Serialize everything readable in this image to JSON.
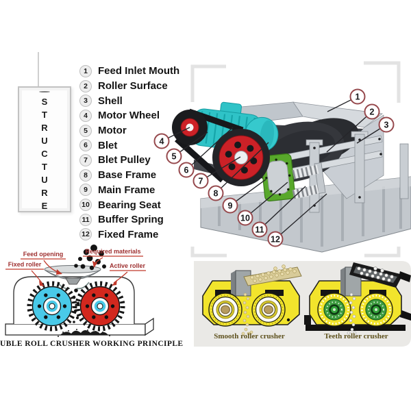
{
  "tag": {
    "label": "STRUCTURE"
  },
  "parts_list": {
    "items": [
      {
        "num": "1",
        "label": "Feed Inlet Mouth"
      },
      {
        "num": "2",
        "label": "Roller Surface"
      },
      {
        "num": "3",
        "label": "Shell"
      },
      {
        "num": "4",
        "label": "Motor Wheel"
      },
      {
        "num": "5",
        "label": "Motor"
      },
      {
        "num": "6",
        "label": "Blet"
      },
      {
        "num": "7",
        "label": "Blet Pulley"
      },
      {
        "num": "8",
        "label": "Base Frame"
      },
      {
        "num": "9",
        "label": "Main Frame"
      },
      {
        "num": "10",
        "label": "Bearing Seat"
      },
      {
        "num": "11",
        "label": "Buffer Spring"
      },
      {
        "num": "12",
        "label": "Fixed Frame"
      }
    ]
  },
  "machine": {
    "callouts": [
      "1",
      "2",
      "3",
      "4",
      "5",
      "6",
      "7",
      "8",
      "9",
      "10",
      "11",
      "12"
    ],
    "colors": {
      "motor_teal": "#2fc3c7",
      "pulley_red": "#cc2127",
      "bearing_green": "#58a82b",
      "frame_grey": "#c6cbd0",
      "callout_ring": "#96494d"
    }
  },
  "principle_diagram": {
    "labels": {
      "feed_opening": "Feed opening",
      "required_materials": "Required materials",
      "fixed_roller": "Fixed roller",
      "active_roller": "Active roller"
    },
    "title": "UBLE ROLL CRUSHER WORKING PRINCIPLE",
    "colors": {
      "fixed_roller_cyan": "#49c9e8",
      "active_roller_red": "#d2281e",
      "label_red": "#9e3030"
    }
  },
  "crusher_types": {
    "smooth_caption": "Smooth roller crusher",
    "teeth_caption": "Teeth roller crusher",
    "colors": {
      "body_yellow": "#f2e42c",
      "caption_text": "#5d501c"
    }
  }
}
